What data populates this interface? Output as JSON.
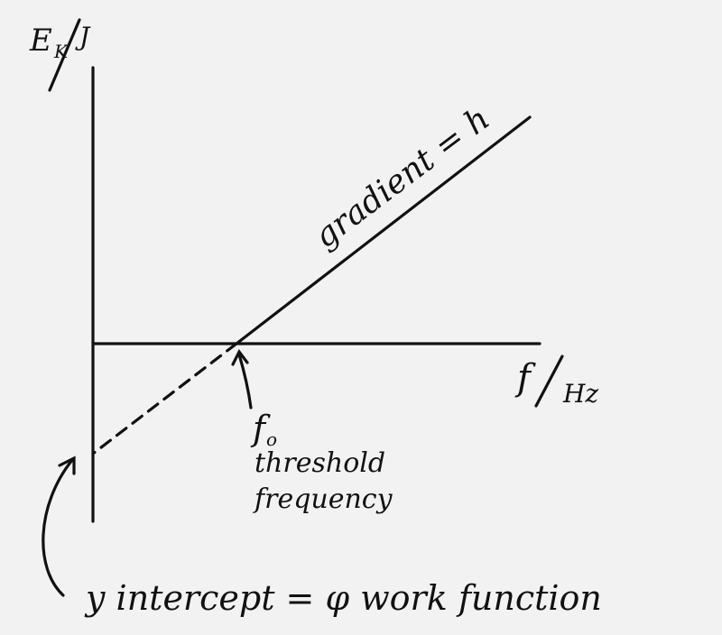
{
  "y_axis_label": "E",
  "y_axis_subscript": "K",
  "y_axis_unit": "J",
  "x_axis_label": "f",
  "x_axis_unit": "Hz",
  "gradient_label": "gradient = h",
  "threshold_symbol": "f",
  "threshold_subscript": "o",
  "threshold_line1": "threshold",
  "threshold_line2": "frequency",
  "intercept_label": "y intercept = φ work function",
  "ink_color": "#111111",
  "background_color": "#f2f2f2"
}
